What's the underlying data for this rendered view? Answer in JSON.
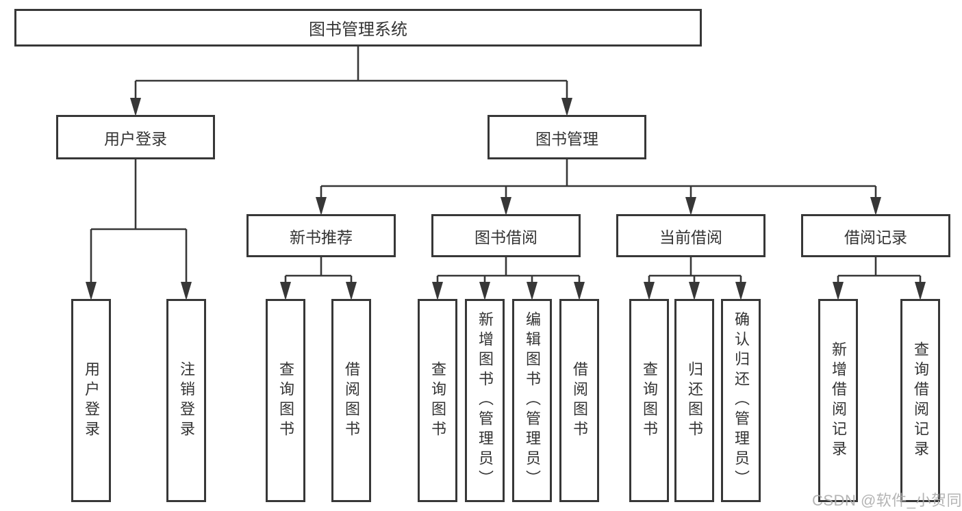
{
  "diagram": {
    "root_label": "图书管理系统",
    "level2_labels": [
      "用户登录",
      "图书管理"
    ],
    "level3_labels": [
      "新书推荐",
      "图书借阅",
      "当前借阅",
      "借阅记录"
    ],
    "leaf_labels": [
      "用户登录",
      "注销登录",
      "查询图书",
      "借阅图书",
      "查询图书",
      "新增图书（管理员）",
      "编辑图书（管理员）",
      "借阅图书",
      "查询图书",
      "归还图书",
      "确认归还（管理员）",
      "新增借阅记录",
      "查询借阅记录"
    ]
  },
  "watermark": {
    "text": "CSDN @软件_小贺同学"
  },
  "colors": {
    "line": "#373737",
    "text": "#333333",
    "watermark": "#acacac",
    "background": "#ffffff"
  }
}
